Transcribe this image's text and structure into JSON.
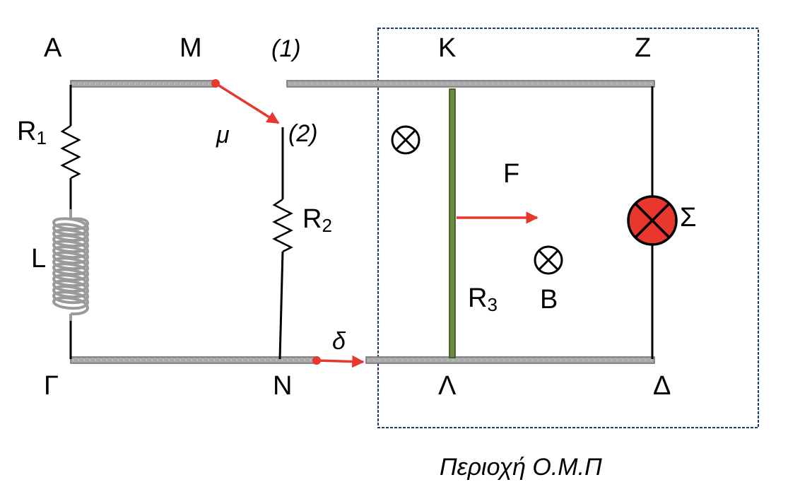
{
  "colors": {
    "arrow": "#e8372c",
    "bar": "#6b8e3e",
    "lamp": "#e8372c",
    "rail": "#a9a9a9",
    "region_border": "#1f3a5f"
  },
  "points": {
    "A": "Α",
    "M": "Μ",
    "K": "Κ",
    "Z": "Ζ",
    "G": "Γ",
    "N": "Ν",
    "L": "Λ",
    "D": "Δ"
  },
  "switch_positions": {
    "pos1": "(1)",
    "pos2": "(2)"
  },
  "symbols": {
    "mu": "μ",
    "delta": "δ",
    "force": "F",
    "field": "B",
    "lamp": "Σ",
    "inductor": "L",
    "r1_main": "R",
    "r1_sub": "1",
    "r2_main": "R",
    "r2_sub": "2",
    "r3_main": "R",
    "r3_sub": "3"
  },
  "icons": {
    "field_into_page": "circle-cross-icon",
    "lamp": "lamp-icon",
    "inductor": "coil-icon",
    "resistor": "zigzag-resistor-icon"
  },
  "caption": "Περιοχή Ο.Μ.Π"
}
